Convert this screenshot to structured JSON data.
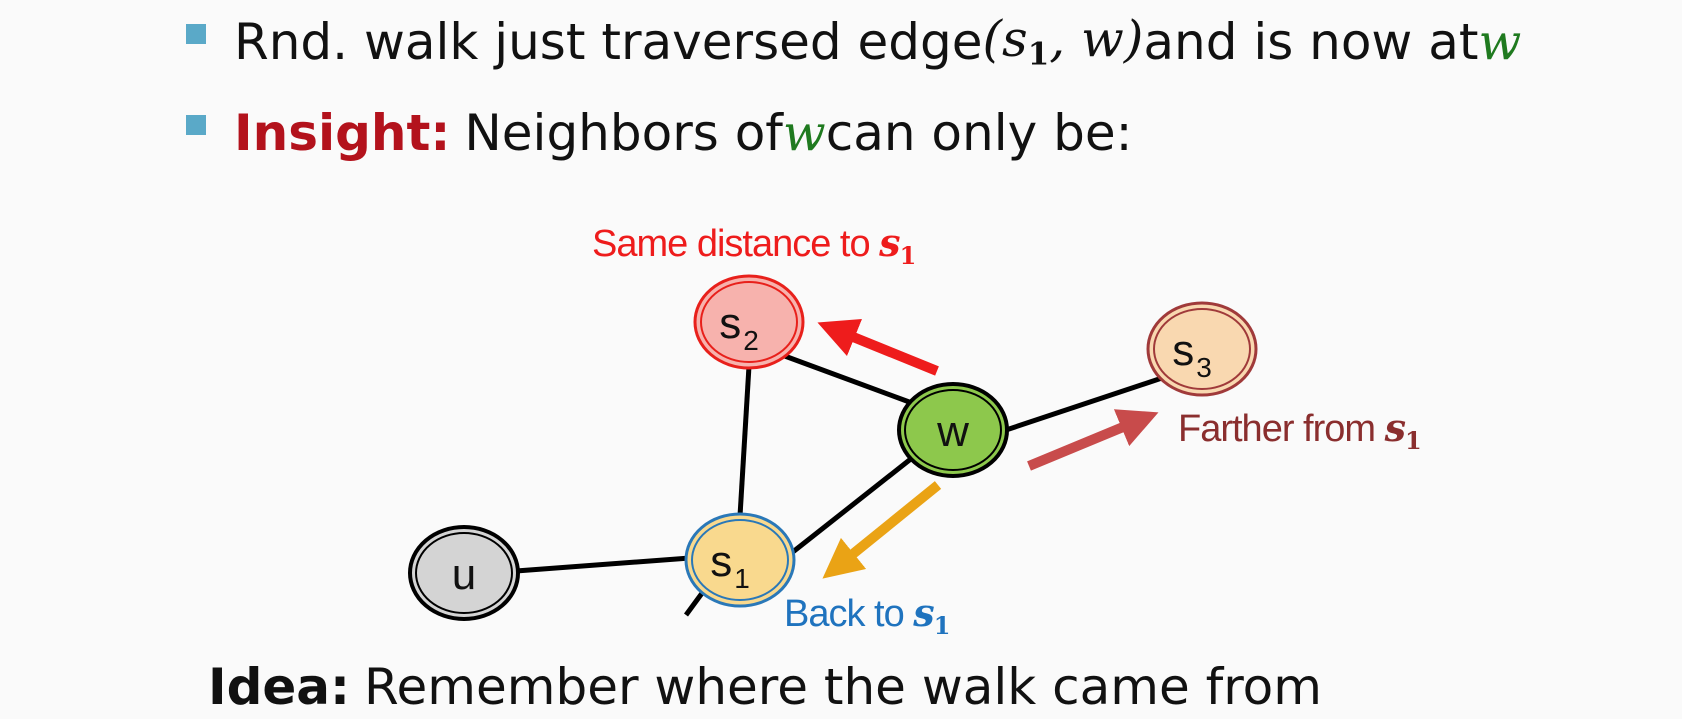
{
  "bullets": {
    "walk": {
      "text_before": "Rnd. walk just traversed edge ",
      "edge": "(s",
      "edge_sub": "1",
      "edge_end": ", w)",
      "text_after": " and is now at ",
      "node": "w"
    },
    "insight": {
      "label": "Insight:",
      "text_before": "Neighbors of ",
      "node": "w",
      "text_after": " can only be:"
    }
  },
  "diagram": {
    "nodes": {
      "s2": {
        "label": "s",
        "sub": "2"
      },
      "s3": {
        "label": "s",
        "sub": "3"
      },
      "w": {
        "label": "w"
      },
      "s1": {
        "label": "s",
        "sub": "1"
      },
      "u": {
        "label": "u"
      }
    },
    "annotations": {
      "same": {
        "text": "Same distance to ",
        "math": "s",
        "sub": "1"
      },
      "farther": {
        "text": "Farther from ",
        "math": "s",
        "sub": "1"
      },
      "back": {
        "text": "Back to ",
        "math": "s",
        "sub": "1"
      }
    },
    "colors": {
      "s2_fill": "#f7b2ad",
      "s2_stroke": "#e8201b",
      "s3_fill": "#f9d8b0",
      "s3_stroke": "#a03a3a",
      "w_fill": "#8dc84c",
      "s1_fill": "#f9d98e",
      "s1_stroke": "#2a78b8",
      "u_fill": "#d4d4d4",
      "arrow_same": "#ee1c1c",
      "arrow_farther": "#c84b4b",
      "arrow_back": "#eaa315",
      "text_same": "#ee1c1c",
      "text_farther": "#8a2e2e",
      "text_back": "#1f73be"
    }
  },
  "idea": {
    "label": "Idea:",
    "text": "Remember where the walk came from"
  }
}
